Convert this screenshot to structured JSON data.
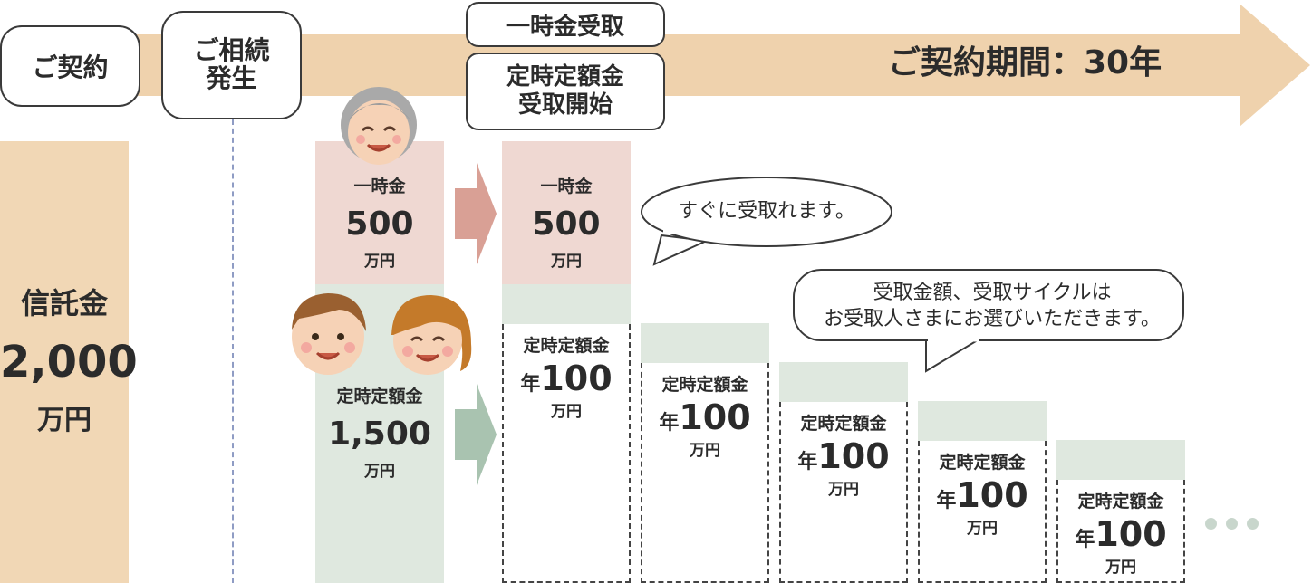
{
  "timeline": {
    "contract": "ご契約",
    "inheritance": "ご相続\n発生",
    "lump_receipt": "一時金受取",
    "periodic_start": "定時定額金\n受取開始",
    "period_label": "ご契約期間：30年"
  },
  "trust": {
    "label": "信託金",
    "amount": "2,000",
    "unit": "万円"
  },
  "split": {
    "lump_label": "一時金",
    "lump_amount": "500",
    "lump_unit": "万円",
    "periodic_label": "定時定額金",
    "periodic_amount": "1,500",
    "periodic_unit": "万円"
  },
  "receipt_lump": {
    "label": "一時金",
    "amount": "500",
    "unit": "万円"
  },
  "annual_columns": [
    {
      "label": "定時定額金",
      "prefix": "年",
      "amount": "100",
      "unit": "万円"
    },
    {
      "label": "定時定額金",
      "prefix": "年",
      "amount": "100",
      "unit": "万円"
    },
    {
      "label": "定時定額金",
      "prefix": "年",
      "amount": "100",
      "unit": "万円"
    },
    {
      "label": "定時定額金",
      "prefix": "年",
      "amount": "100",
      "unit": "万円"
    },
    {
      "label": "定時定額金",
      "prefix": "年",
      "amount": "100",
      "unit": "万円"
    }
  ],
  "bubbles": {
    "immediate": "すぐに受取れます。",
    "choice": "受取金額、受取サイクルは\nお受取人さまにお選びいただきます。"
  },
  "colors": {
    "timeline_arrow": "#efd2ad",
    "trust_bar": "#f1d7b5",
    "lump_fill": "#efd8d2",
    "periodic_fill": "#dfe8df",
    "arrow_lump": "#d9a095",
    "arrow_periodic": "#a9c3b0"
  }
}
